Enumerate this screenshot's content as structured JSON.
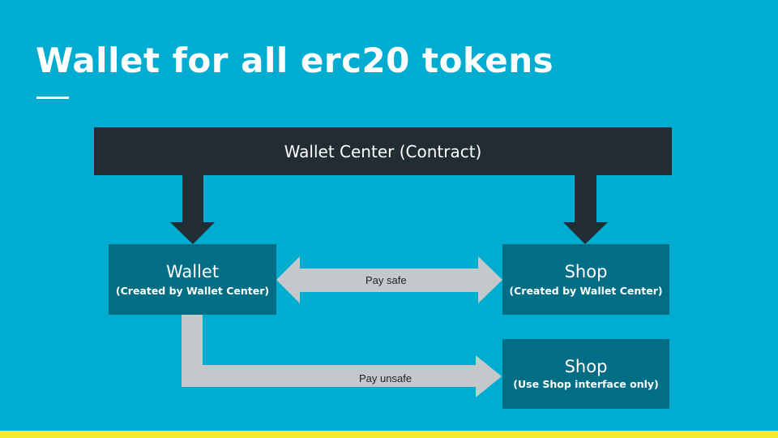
{
  "slide": {
    "title": "Wallet for all erc20 tokens"
  },
  "diagram": {
    "center": {
      "label": "Wallet Center (Contract)"
    },
    "wallet": {
      "title": "Wallet",
      "subtitle": "(Created by Wallet Center)"
    },
    "shop_created": {
      "title": "Shop",
      "subtitle": "(Created by Wallet Center)"
    },
    "shop_interface": {
      "title": "Shop",
      "subtitle": "(Use Shop interface only)"
    },
    "edges": {
      "pay_safe": "Pay safe",
      "pay_unsafe": "Pay unsafe"
    }
  },
  "colors": {
    "background": "#01acd1",
    "center_box": "#212d33",
    "node_box": "#016e86",
    "arrow_light": "#c4c8cb",
    "arrow_dark": "#212d33",
    "footer_bar": "#f5e92e"
  }
}
